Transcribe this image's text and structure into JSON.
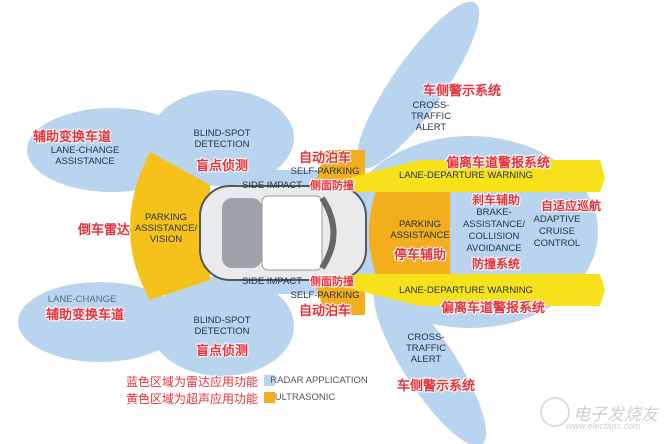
{
  "colors": {
    "radar": "#b9d4ee",
    "ultrasonic": "#f2ae1c",
    "lane_warning": "#f7e11a",
    "label_red": "#e8323c"
  },
  "rear": {
    "parking_en": "PARKING\nASSISTANCE/\nVISION",
    "parking_cn": "倒车雷达"
  },
  "top": {
    "lane_change_cn": "辅助变换车道",
    "lane_change_en": "LANE-CHANGE\nASSISTANCE",
    "blind_spot_en": "BLIND-SPOT\nDETECTION",
    "blind_spot_cn": "盲点侦测",
    "self_parking_cn": "自动泊车",
    "self_parking_en": "SELF-PARKING",
    "side_impact_en": "SIDE IMPACT",
    "side_impact_cn": "侧面防撞",
    "cross_traffic_cn": "车侧警示系统",
    "cross_traffic_en": "CROSS-\nTRAFFIC\nALERT",
    "lane_departure_cn": "偏离车道警报系统",
    "lane_departure_en": "LANE-DEPARTURE WARNING"
  },
  "front": {
    "parking_en": "PARKING\nASSISTANCE",
    "parking_cn": "停车辅助",
    "brake_cn": "刹车辅助",
    "brake_en": "BRAKE-\nASSISTANCE/\nCOLLISION\nAVOIDANCE",
    "brake_cn2": "防撞系统",
    "acc_cn": "自适应巡航",
    "acc_en": "ADAPTIVE\nCRUISE\nCONTROL"
  },
  "bottom": {
    "side_impact_en": "SIDE IMPACT",
    "side_impact_cn": "侧面防撞",
    "self_parking_en": "SELF-PARKING",
    "self_parking_cn": "自动泊车",
    "lane_departure_en": "LANE-DEPARTURE WARNING",
    "lane_departure_cn": "偏离车道警报系统",
    "lane_change_en": "LANE-CHANGE",
    "lane_change_cn": "辅助变换车道",
    "blind_spot_en": "BLIND-SPOT\nDETECTION",
    "blind_spot_cn": "盲点侦测",
    "cross_traffic_en": "CROSS-\nTRAFFIC\nALERT",
    "cross_traffic_cn": "车侧警示系统"
  },
  "legend": {
    "radar_cn": "蓝色区域为雷达应用功能",
    "radar_en": "RADAR APPLICATION",
    "ultra_cn": "黄色区域为超声应用功能",
    "ultra_en": "ULTRASONIC"
  },
  "watermark": {
    "brand": "电子发烧友",
    "url": "www.elecfans.com"
  }
}
